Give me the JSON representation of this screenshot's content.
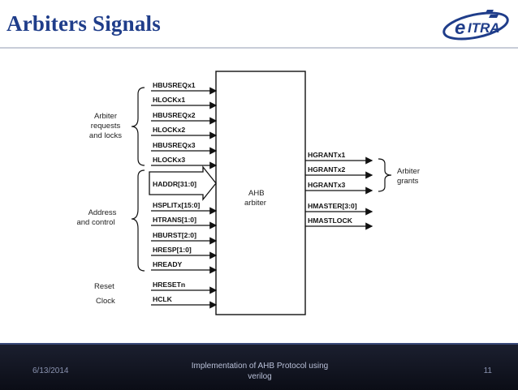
{
  "slide": {
    "title": "Arbiters Signals",
    "logo_text": "ITRA",
    "logo_letter": "e",
    "footer_date": "6/13/2014",
    "footer_title": "Implementation of AHB Protocol using verilog",
    "page_number": "11"
  },
  "diagram": {
    "block_label_line1": "AHB",
    "block_label_line2": "arbiter",
    "group_arbiter_requests": [
      "Arbiter",
      "requests",
      "and locks"
    ],
    "group_address": [
      "Address",
      "and control"
    ],
    "label_reset": "Reset",
    "label_clock": "Clock",
    "group_arbiter_grants": [
      "Arbiter",
      "grants"
    ],
    "inputs": {
      "hbusreqx1": "HBUSREQx1",
      "hlockx1": "HLOCKx1",
      "hbusreqx2": "HBUSREQx2",
      "hlockx2": "HLOCKx2",
      "hbusreqx3": "HBUSREQx3",
      "hlockx3": "HLOCKx3",
      "haddr": "HADDR[31:0]",
      "hsplitx": "HSPLITx[15:0]",
      "htrans": "HTRANS[1:0]",
      "hburst": "HBURST[2:0]",
      "hresp": "HRESP[1:0]",
      "hready": "HREADY",
      "hresetn": "HRESETn",
      "hclk": "HCLK"
    },
    "outputs": {
      "hgrantx1": "HGRANTx1",
      "hgrantx2": "HGRANTx2",
      "hgrantx3": "HGRANTx3",
      "hmaster": "HMASTER[3:0]",
      "hmastlock": "HMASTLOCK"
    }
  }
}
